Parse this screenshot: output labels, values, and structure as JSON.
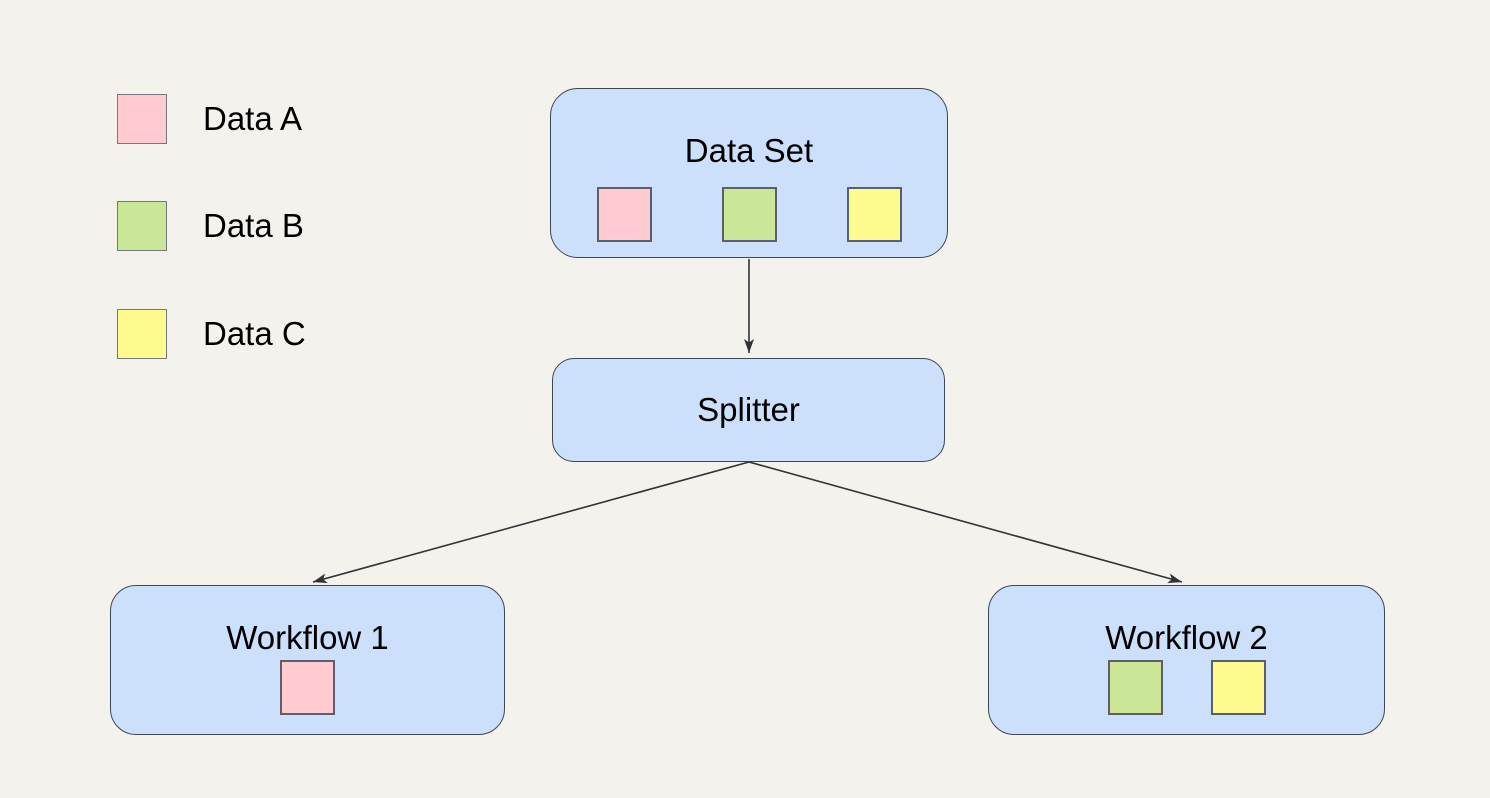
{
  "diagram": {
    "legend": {
      "items": [
        {
          "label": "Data A",
          "color": "#ffcbd0"
        },
        {
          "label": "Data B",
          "color": "#c9e796"
        },
        {
          "label": "Data C",
          "color": "#fdfb8e"
        }
      ]
    },
    "nodes": {
      "data_set": {
        "title": "Data Set",
        "squares": [
          "#ffcbd0",
          "#c9e796",
          "#fdfb8e"
        ]
      },
      "splitter": {
        "title": "Splitter",
        "squares": []
      },
      "workflow_1": {
        "title": "Workflow 1",
        "squares": [
          "#ffcbd0"
        ]
      },
      "workflow_2": {
        "title": "Workflow 2",
        "squares": [
          "#c9e796",
          "#fdfb8e"
        ]
      }
    },
    "edges": [
      {
        "from": "data_set",
        "to": "splitter"
      },
      {
        "from": "splitter",
        "to": "workflow_1"
      },
      {
        "from": "splitter",
        "to": "workflow_2"
      }
    ],
    "colors": {
      "background": "#f4f2ed",
      "node_fill": "#cce0fb",
      "node_border": "#3d4656",
      "square_border": "#5a5f6b",
      "arrow": "#2f3237",
      "data_a": "#ffcbd0",
      "data_b": "#c9e796",
      "data_c": "#fdfb8e"
    }
  }
}
